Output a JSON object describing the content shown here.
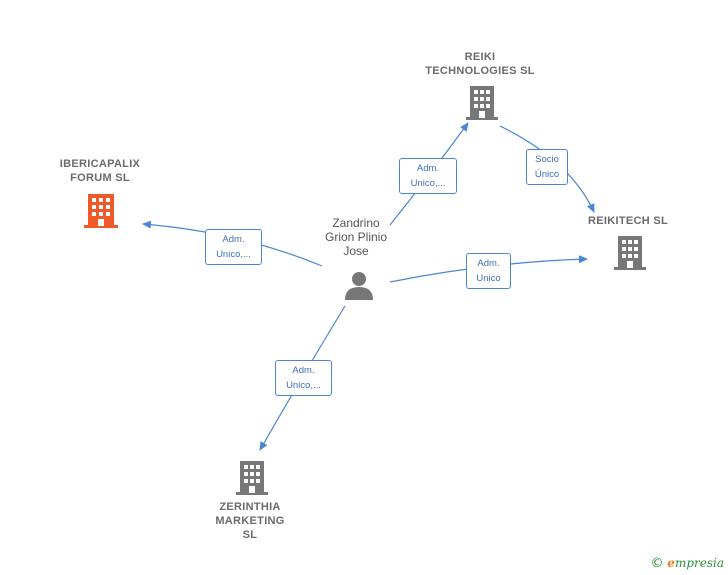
{
  "colors": {
    "edge": "#4a86d6",
    "company_icon": "#777777",
    "company_icon_highlight": "#f05a28",
    "person_icon": "#777777"
  },
  "person": {
    "name": "Zandrino\nGrion Plinio\nJose",
    "icon": "person-icon"
  },
  "companies": {
    "ibericapalix": {
      "name": "IBERICAPALIX\nFORUM  SL",
      "icon": "building-icon"
    },
    "reiki_technologies": {
      "name": "REIKI\nTECHNOLOGIES SL",
      "icon": "building-icon"
    },
    "reikitech": {
      "name": "REIKITECH  SL",
      "icon": "building-icon"
    },
    "zerinthia": {
      "name": "ZERINTHIA\nMARKETING\nSL",
      "icon": "building-icon"
    }
  },
  "edges": {
    "to_ibericapalix": "Adm.\nUnico,...",
    "to_reiki_technologies": "Adm.\nUnico,...",
    "to_reikitech": "Adm.\nUnico",
    "to_zerinthia": "Adm.\nUnico,...",
    "reiki_to_reikitech": "Socio\nÚnico"
  },
  "footer": {
    "copyright": "©",
    "brand_initial": "e",
    "brand_rest": "mpresia"
  }
}
